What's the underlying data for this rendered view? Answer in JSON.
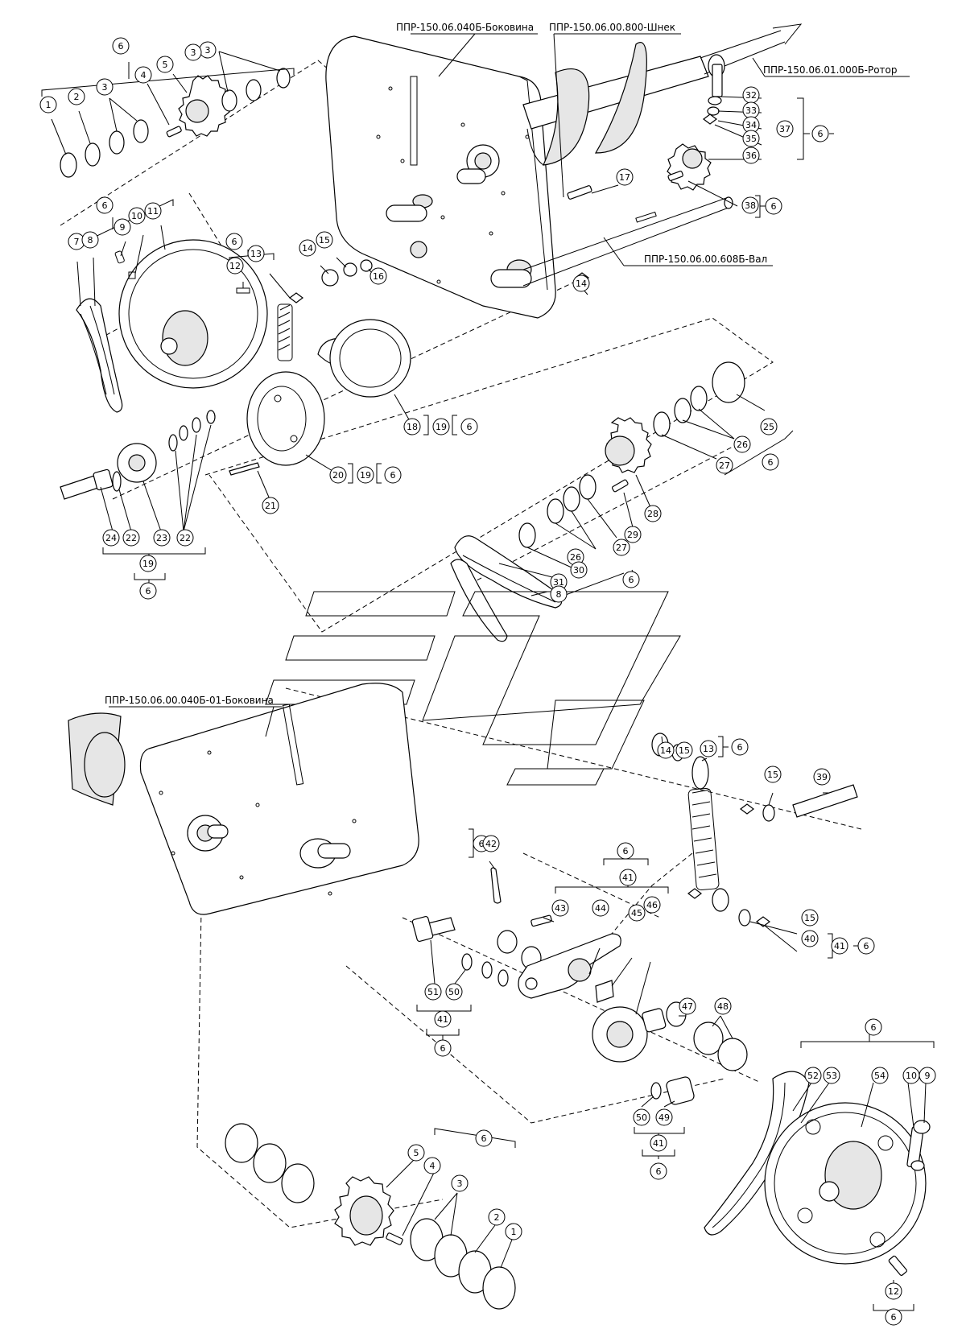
{
  "part_labels": [
    {
      "id": "bokovina",
      "text": "ППР-150.06.040Б-Боковина"
    },
    {
      "id": "shnek",
      "text": "ППР-150.06.00.800-Шнек"
    },
    {
      "id": "rotor",
      "text": "ППР-150.06.01.000Б-Ротор"
    },
    {
      "id": "val",
      "text": "ППР-150.06.00.608Б-Вал"
    },
    {
      "id": "bokovina01",
      "text": "ППР-150.06.00.040Б-01-Боковина"
    }
  ],
  "callouts": [
    "1",
    "2",
    "3",
    "3",
    "4",
    "5",
    "6",
    "3",
    "6",
    "7",
    "8",
    "9",
    "10",
    "11",
    "6",
    "12",
    "13",
    "14",
    "15",
    "16",
    "14",
    "17",
    "32",
    "33",
    "34",
    "35",
    "36",
    "37",
    "6",
    "38",
    "6",
    "18",
    "19",
    "6",
    "20",
    "19",
    "6",
    "21",
    "24",
    "22",
    "23",
    "22",
    "19",
    "6",
    "25",
    "26",
    "27",
    "26",
    "27",
    "28",
    "29",
    "30",
    "31",
    "8",
    "6",
    "6",
    "14",
    "15",
    "13",
    "6",
    "15",
    "39",
    "6",
    "42",
    "6",
    "41",
    "43",
    "44",
    "45",
    "46",
    "15",
    "41",
    "6",
    "40",
    "51",
    "50",
    "41",
    "6",
    "47",
    "48",
    "50",
    "49",
    "41",
    "6",
    "6",
    "52",
    "53",
    "54",
    "10",
    "9",
    "5",
    "4",
    "6",
    "3",
    "2",
    "1",
    "12",
    "6"
  ]
}
